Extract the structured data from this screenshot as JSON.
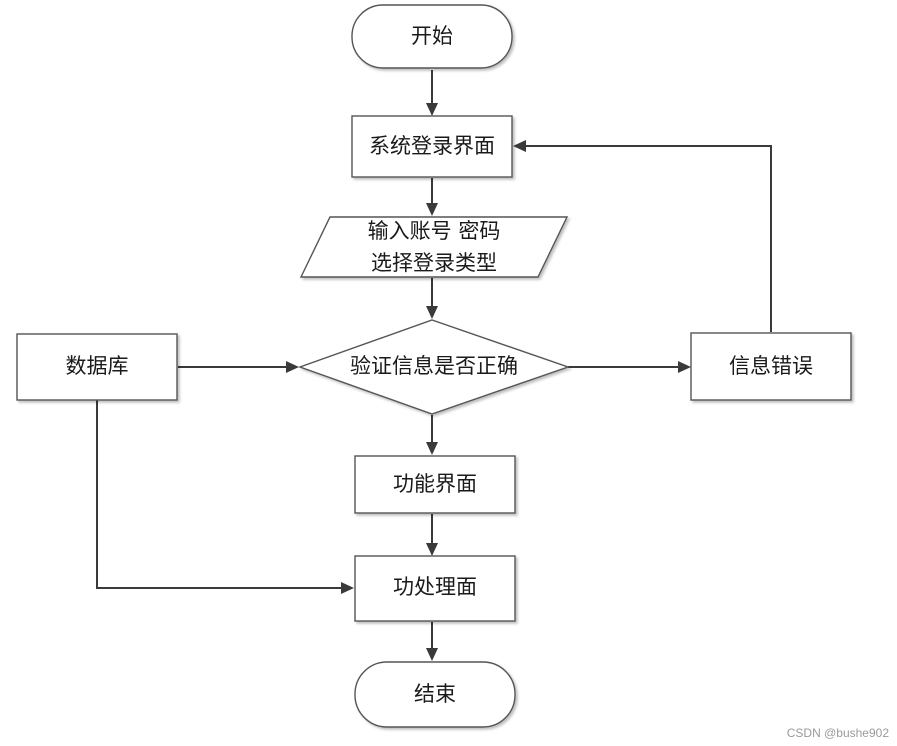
{
  "nodes": {
    "start": "开始",
    "login": "系统登录界面",
    "input_line1": "输入账号 密码",
    "input_line2": "选择登录类型",
    "decision": "验证信息是否正确",
    "database": "数据库",
    "error": "信息错误",
    "function_ui": "功能界面",
    "process": "功处理面",
    "end": "结束"
  },
  "watermark": "CSDN @bushe902"
}
